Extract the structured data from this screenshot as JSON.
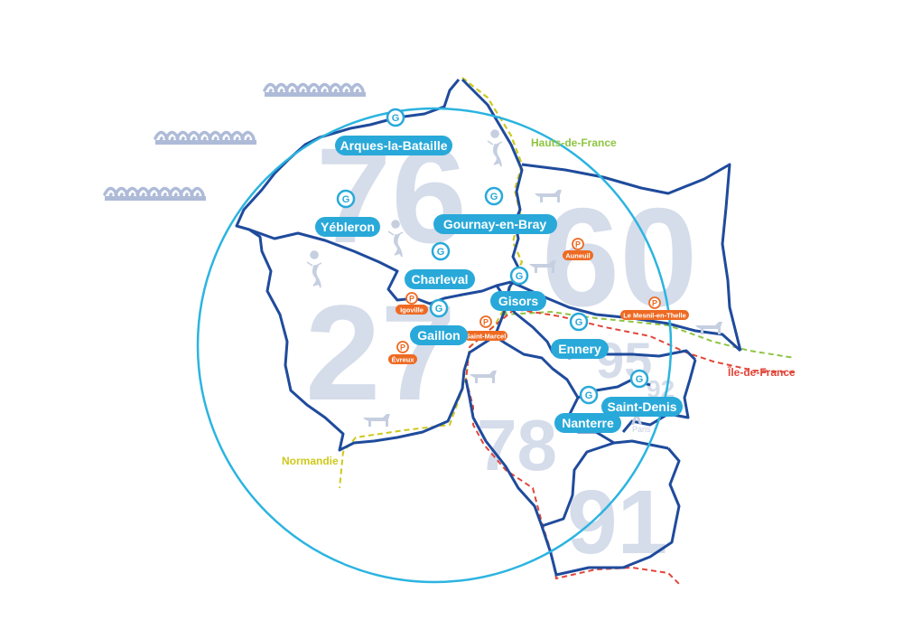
{
  "colors": {
    "circle": "#2bb4e0",
    "border": "#1f4b9c",
    "pill": "#29a9d9",
    "poi": "#ee6a23",
    "normandie": "#cfc81b",
    "hauts_de_france": "#8ec542",
    "ile_de_france": "#e2463a",
    "dept_number": "#d5dcea",
    "icons": "#c6cfe0"
  },
  "regions": [
    {
      "id": "hauts-de-france",
      "label": "Hauts-de-France",
      "color": "#8ec542"
    },
    {
      "id": "normandie",
      "label": "Normandie",
      "color": "#cfc81b"
    },
    {
      "id": "ile-de-france",
      "label": "Île-de-France",
      "color": "#e2463a"
    }
  ],
  "departments": [
    "76",
    "27",
    "60",
    "95",
    "78",
    "91",
    "92"
  ],
  "sites": [
    {
      "id": "arques",
      "name": "Arques-la-Bataille"
    },
    {
      "id": "yebleron",
      "name": "Yébleron"
    },
    {
      "id": "gournay",
      "name": "Gournay-en-Bray"
    },
    {
      "id": "charleval",
      "name": "Charleval"
    },
    {
      "id": "gisors",
      "name": "Gisors"
    },
    {
      "id": "gaillon",
      "name": "Gaillon"
    },
    {
      "id": "ennery",
      "name": "Ennery"
    },
    {
      "id": "saint-denis",
      "name": "Saint-Denis"
    },
    {
      "id": "nanterre",
      "name": "Nanterre"
    }
  ],
  "parking_points": [
    {
      "id": "auneuil",
      "name": "Auneuil"
    },
    {
      "id": "igoville",
      "name": "Igoville"
    },
    {
      "id": "saint-marcel",
      "name": "Saint-Marcel"
    },
    {
      "id": "evreux",
      "name": "Évreux"
    },
    {
      "id": "le-mesnil",
      "name": "Le Mesnil-en-Thelle"
    }
  ],
  "parking_symbol": "P",
  "site_marker_symbol": "G",
  "paris_label": "Paris",
  "icons": [
    "wave-icon",
    "cow-icon",
    "mermaid-icon",
    "eiffel-tower-icon"
  ]
}
